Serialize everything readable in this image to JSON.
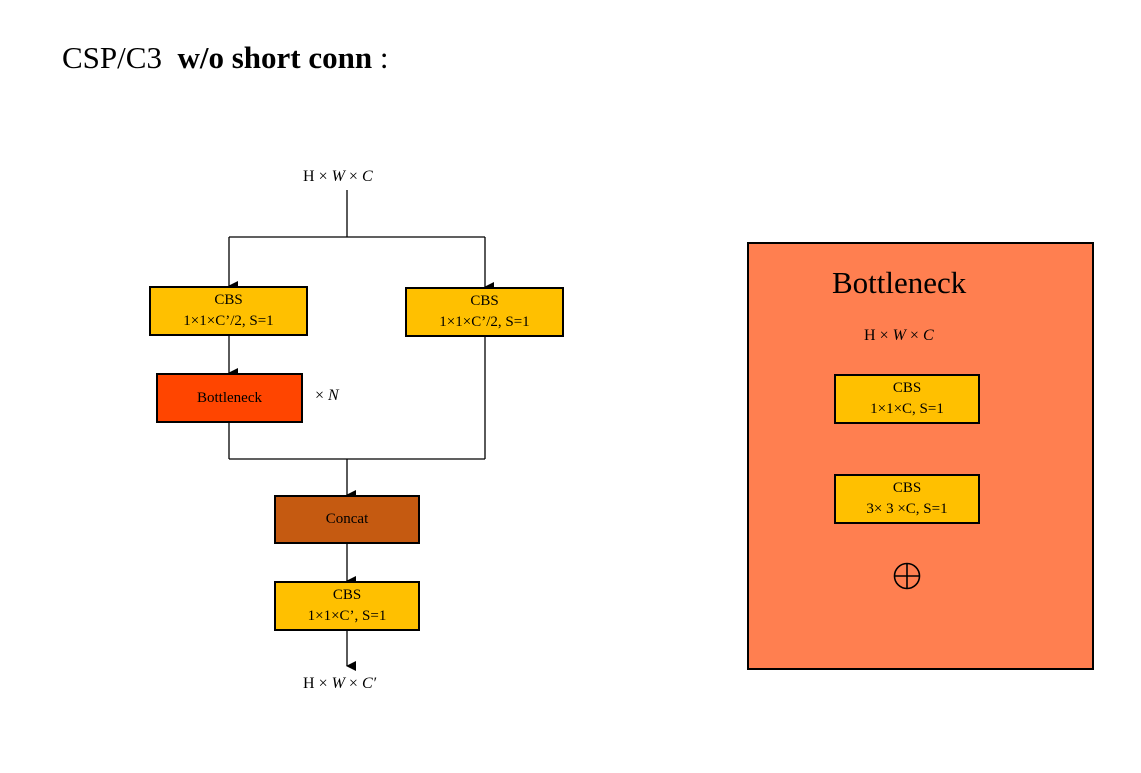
{
  "title": {
    "prefix": "CSP/C3",
    "bold": "w/o short conn",
    "suffix": ":"
  },
  "left": {
    "input": {
      "a": "H",
      "op": "×",
      "b": "W",
      "c": "C"
    },
    "cbs_left": {
      "l1": "CBS",
      "l2": "1×1×C’/2, S=1"
    },
    "cbs_right": {
      "l1": "CBS",
      "l2": "1×1×C’/2, S=1"
    },
    "bottleneck": "Bottleneck",
    "repeat": {
      "op": "×",
      "n": "N"
    },
    "concat": "Concat",
    "cbs_out": {
      "l1": "CBS",
      "l2": "1×1×C’, S=1"
    },
    "output": {
      "a": "H",
      "op": "×",
      "b": "W",
      "c": "C′"
    }
  },
  "bottleneck_panel": {
    "title": "Bottleneck",
    "input": {
      "a": "H",
      "op": "×",
      "b": "W",
      "c": "C"
    },
    "cbs1": {
      "l1": "CBS",
      "l2": "1×1×C, S=1"
    },
    "cbs2": {
      "l1": "CBS",
      "l2": "3× 3 ×C, S=1"
    }
  },
  "colors": {
    "cbs": "#FFC000",
    "bottleneck": "#FF4500",
    "concat": "#C55A11",
    "panel": "#FF7F50"
  },
  "icons": [
    "add-icon"
  ]
}
